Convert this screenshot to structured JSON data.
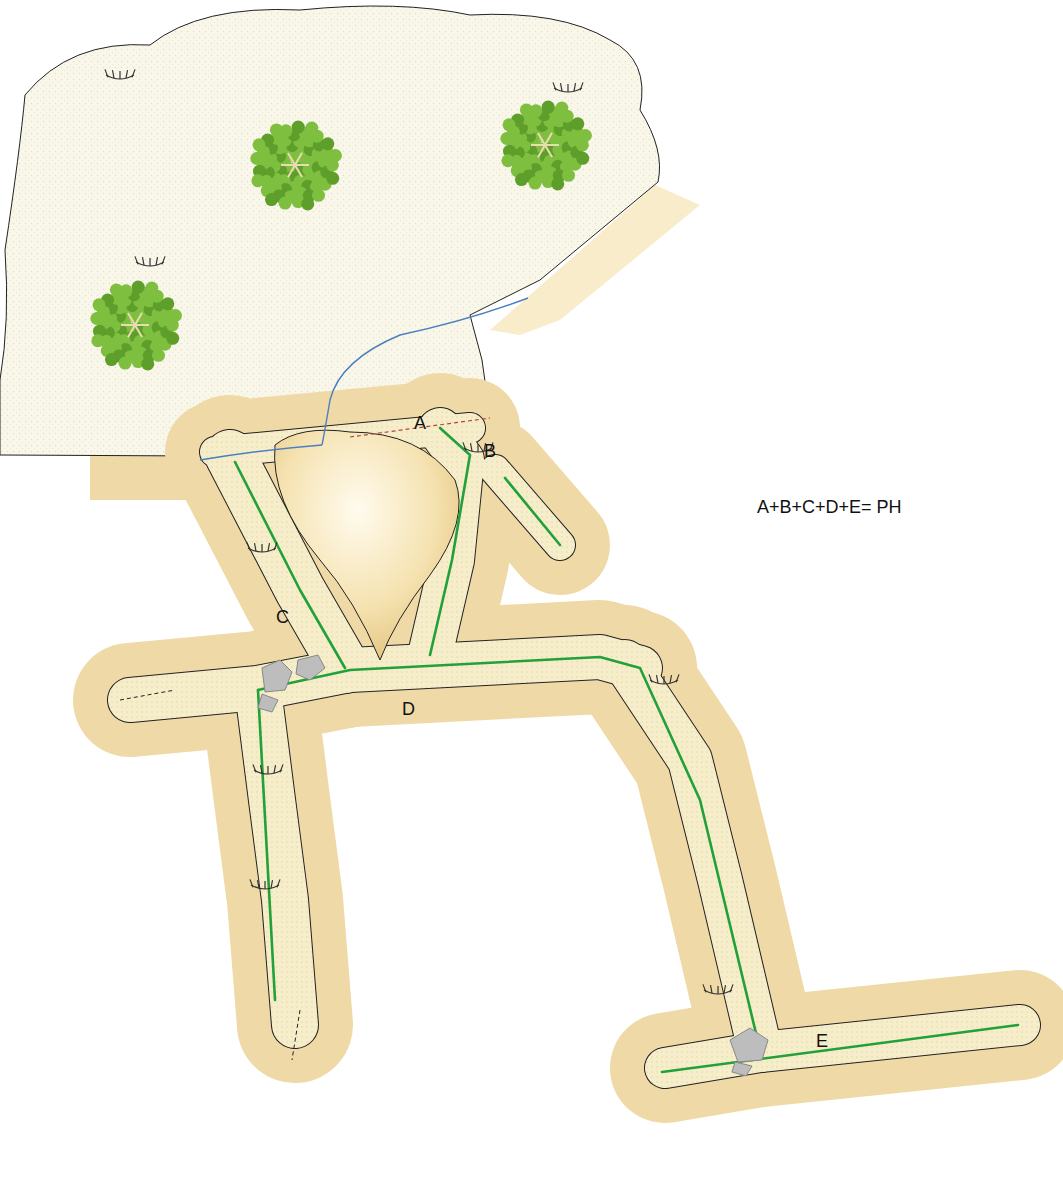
{
  "diagram": {
    "labels": [
      "A",
      "B",
      "C",
      "D",
      "E",
      "A+B+C+D+E= PH"
    ]
  }
}
